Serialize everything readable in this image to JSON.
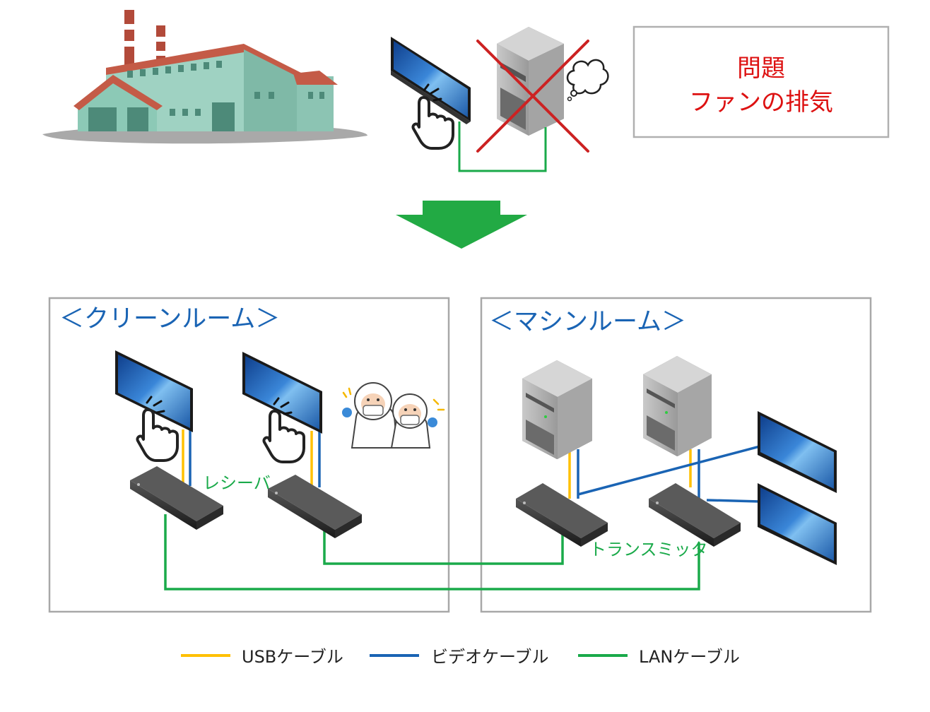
{
  "problem_box": {
    "line1": "問題",
    "line2": "ファンの排気"
  },
  "clean_room": {
    "title": "＜クリーンルーム＞"
  },
  "machine_room": {
    "title": "＜マシンルーム＞"
  },
  "labels": {
    "receiver": "レシーバ",
    "transmitter": "トランスミッタ"
  },
  "legend": [
    {
      "label": "USBケーブル",
      "color": "#ffc000"
    },
    {
      "label": "ビデオケーブル",
      "color": "#1a64b4"
    },
    {
      "label": "LANケーブル",
      "color": "#1aaa4a"
    }
  ],
  "colors": {
    "usb": "#ffc000",
    "video": "#1a64b4",
    "lan": "#1aaa4a",
    "problem_text": "#dd1111",
    "room_title": "#1a64b4",
    "cross": "#cc2222",
    "arrow": "#22aa44"
  }
}
